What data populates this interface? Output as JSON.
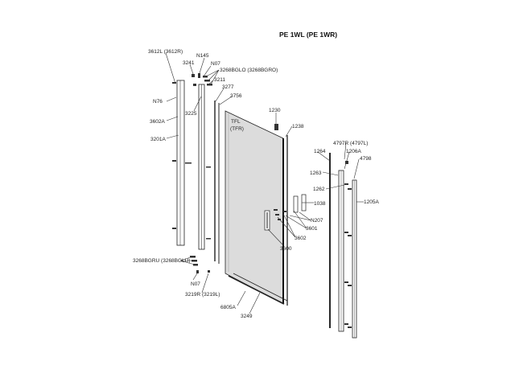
{
  "title": "PE 1WL (PE 1WR)",
  "labels": {
    "l3612": "3612L (3612R)",
    "n145": "N145",
    "l3241": "3241",
    "n07a": "N07",
    "l3268bglo": "3268BGLO (3268BGRO)",
    "l3211": "3211",
    "l3277": "3277",
    "n76": "N76",
    "l3756": "3756",
    "l3225": "3225",
    "l1230": "1230",
    "l3602a": "3602A",
    "tfl": "TFL",
    "tfr": "(TFR)",
    "l1238": "1238",
    "l3201a": "3201A",
    "l4797": "4797R (4797L)",
    "l1264": "1264",
    "l1206a": "1206A",
    "l4798": "4798",
    "l1263": "1263",
    "l1262": "1262",
    "l1038": "1038",
    "l1205a": "1205A",
    "n207": "N207",
    "l3601": "3601",
    "l3602": "3602",
    "l3600": "3600",
    "l3268bgru": "3268BGRU (3268BGLU)",
    "n07b": "N07",
    "l3219": "3219R (3219L)",
    "l6805a": "6805A",
    "l3249": "3249"
  }
}
